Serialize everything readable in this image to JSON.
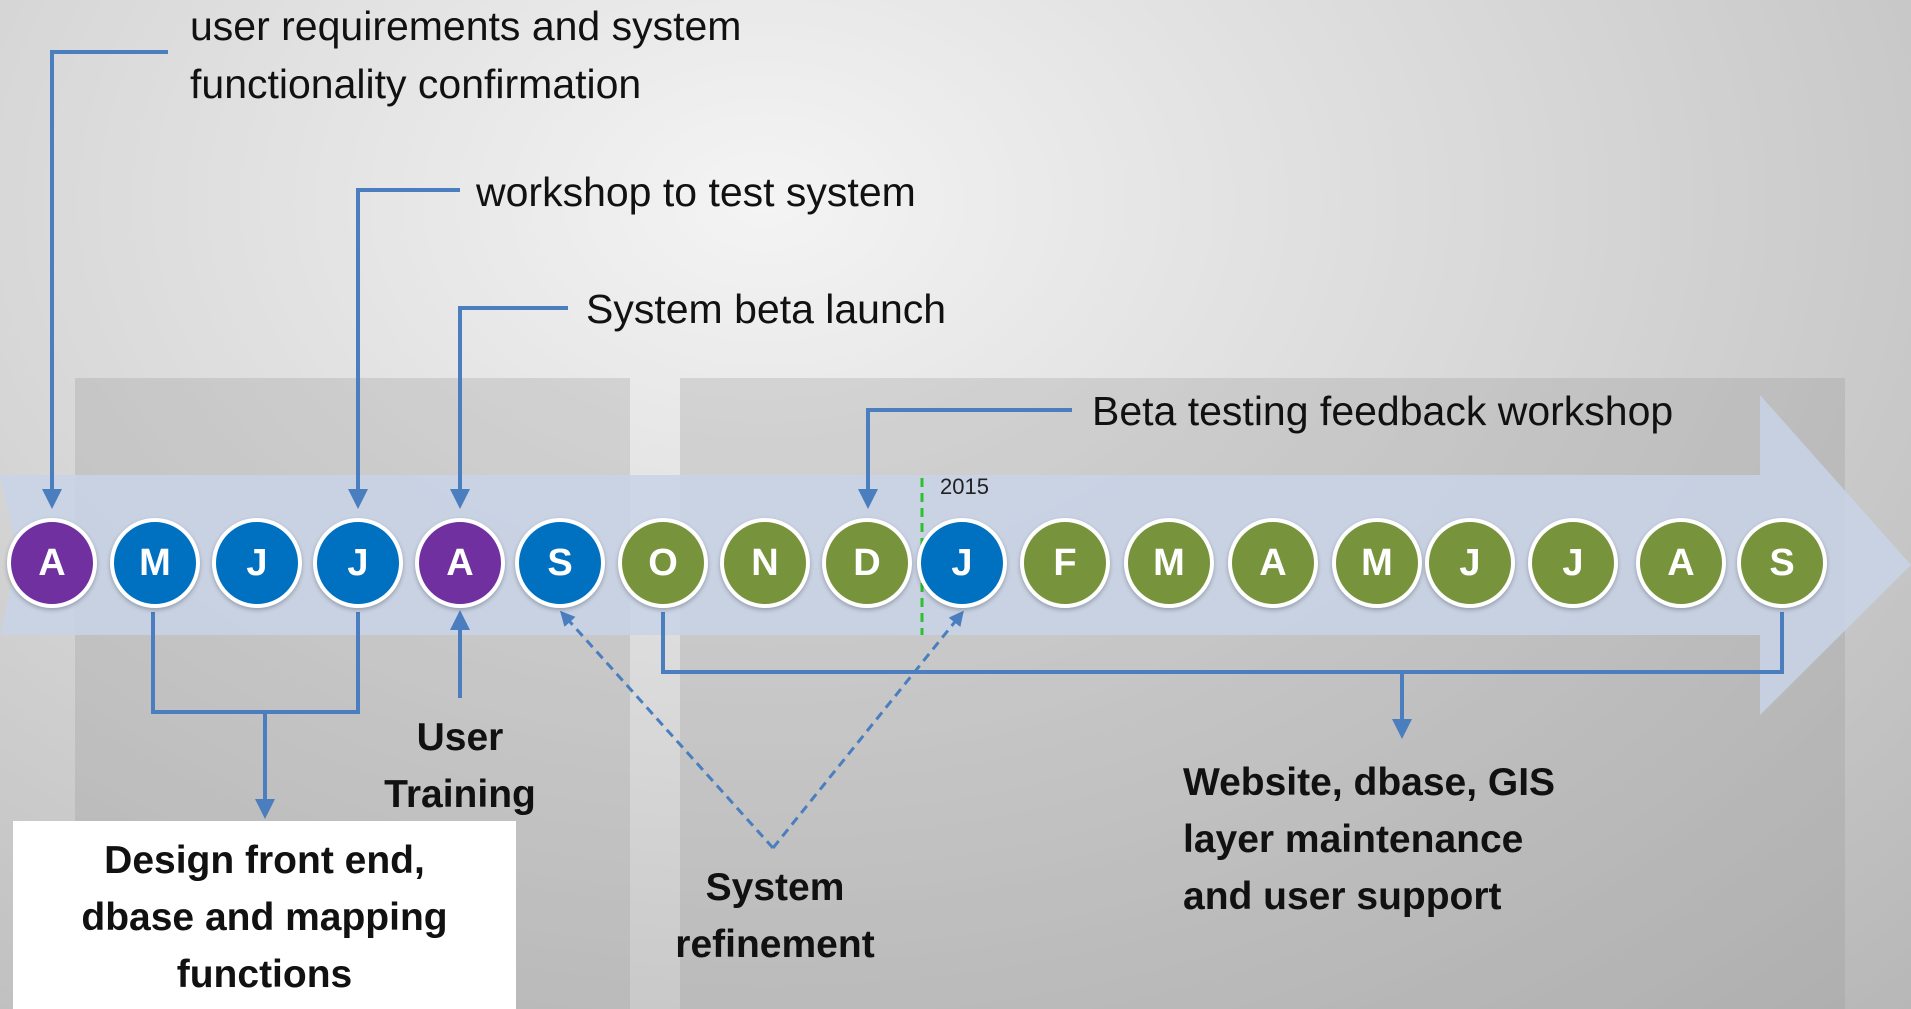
{
  "colors": {
    "purple": "#7030a0",
    "blue": "#0070c0",
    "green": "#77933c",
    "connector": "#4a7ebf",
    "year_divider": "#2ec02e"
  },
  "callouts": {
    "requirements": [
      "user requirements and system",
      "functionality confirmation"
    ],
    "workshop": "workshop to test system",
    "beta_launch": "System beta launch",
    "feedback_workshop": "Beta testing feedback workshop"
  },
  "year_label": "2015",
  "timeline": {
    "months": [
      {
        "letter": "A",
        "phase": "purple"
      },
      {
        "letter": "M",
        "phase": "blue"
      },
      {
        "letter": "J",
        "phase": "blue"
      },
      {
        "letter": "J",
        "phase": "blue"
      },
      {
        "letter": "A",
        "phase": "purple"
      },
      {
        "letter": "S",
        "phase": "blue"
      },
      {
        "letter": "O",
        "phase": "green"
      },
      {
        "letter": "N",
        "phase": "green"
      },
      {
        "letter": "D",
        "phase": "green"
      },
      {
        "letter": "J",
        "phase": "blue"
      },
      {
        "letter": "F",
        "phase": "green"
      },
      {
        "letter": "M",
        "phase": "green"
      },
      {
        "letter": "A",
        "phase": "green"
      },
      {
        "letter": "M",
        "phase": "green"
      },
      {
        "letter": "J",
        "phase": "green"
      },
      {
        "letter": "J",
        "phase": "green"
      },
      {
        "letter": "A",
        "phase": "green"
      },
      {
        "letter": "S",
        "phase": "green"
      }
    ]
  },
  "phases": {
    "design": [
      "Design front end,",
      "dbase and mapping",
      "functions"
    ],
    "training": [
      "User",
      "Training"
    ],
    "refinement": [
      "System",
      "refinement"
    ],
    "maintenance": [
      "Website, dbase, GIS",
      "layer maintenance",
      "and user support"
    ]
  }
}
